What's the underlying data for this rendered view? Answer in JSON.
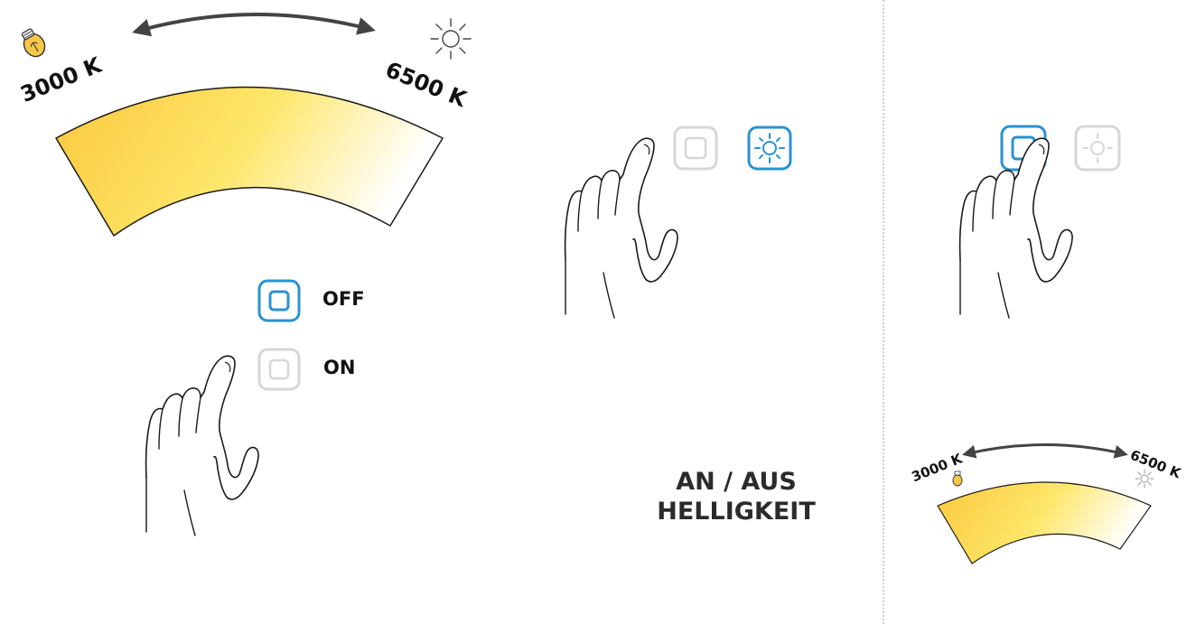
{
  "colors": {
    "warm": "#fcc93f",
    "mid": "#fde66a",
    "cool": "#ffffff",
    "accent_blue": "#2a92d2",
    "outline": "#111111",
    "inactive_button": "#d7d7d7"
  },
  "main_scale": {
    "warm_label": "3000 K",
    "cool_label": "6500 K",
    "warm_icon": "light-bulb-icon",
    "cool_icon": "sun-icon"
  },
  "power_buttons": {
    "off_label": "OFF",
    "on_label": "ON",
    "off_icon": "square-power-icon",
    "on_icon": "square-power-icon"
  },
  "middle_panel": {
    "left_button_icon": "square-power-icon",
    "right_button_icon": "sun-button-icon",
    "caption_line1": "AN / AUS",
    "caption_line2": "HELLIGKEIT"
  },
  "right_panel": {
    "left_button_icon": "square-power-icon",
    "right_button_icon": "sun-button-icon",
    "mini_scale": {
      "warm_label": "3000 K",
      "cool_label": "6500 K"
    }
  }
}
